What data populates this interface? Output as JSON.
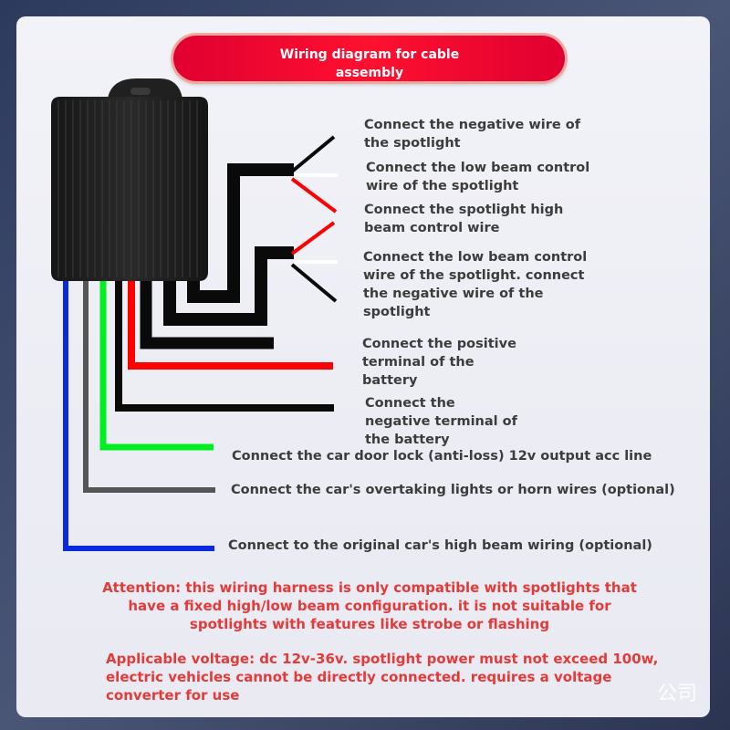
{
  "title": "Wiring diagram for cable assembly",
  "labels": {
    "spot_negative": [
      "Connect the negative wire of",
      "the spotlight"
    ],
    "spot_low_beam": [
      "Connect the low beam control",
      "wire of the spotlight"
    ],
    "spot_high_beam": [
      "Connect the spotlight high",
      "beam control wire"
    ],
    "spot2_combo": [
      "Connect the low beam control",
      "wire of the spotlight. connect",
      "the negative wire of the",
      "spotlight"
    ],
    "battery_positive": [
      "Connect the positive",
      "terminal of the",
      "battery"
    ],
    "battery_negative": [
      "Connect the",
      "negative terminal of",
      "the battery"
    ],
    "door_lock": "Connect the car door lock (anti-loss) 12v output acc line",
    "overtaking": "Connect the car's overtaking lights or horn wires (optional)",
    "high_beam_original": "Connect to the original car's high beam wiring (optional)"
  },
  "attention": [
    "Attention: this wiring harness is only compatible with spotlights that",
    "have a fixed high/low beam configuration. it is not suitable for",
    "spotlights with features like strobe or flashing"
  ],
  "voltage": [
    "Applicable voltage: dc 12v-36v. spotlight power must not exceed 100w,",
    "electric vehicles cannot be directly connected. requires a voltage",
    "converter for use"
  ],
  "watermark": "公司",
  "wire_colors": {
    "black": "#0a0a0a",
    "red": "#ff0000",
    "white": "#ffffff",
    "green": "#00ee22",
    "gray": "#555555",
    "blue": "#0a2ae0"
  },
  "module_color": "#1e1e1e"
}
